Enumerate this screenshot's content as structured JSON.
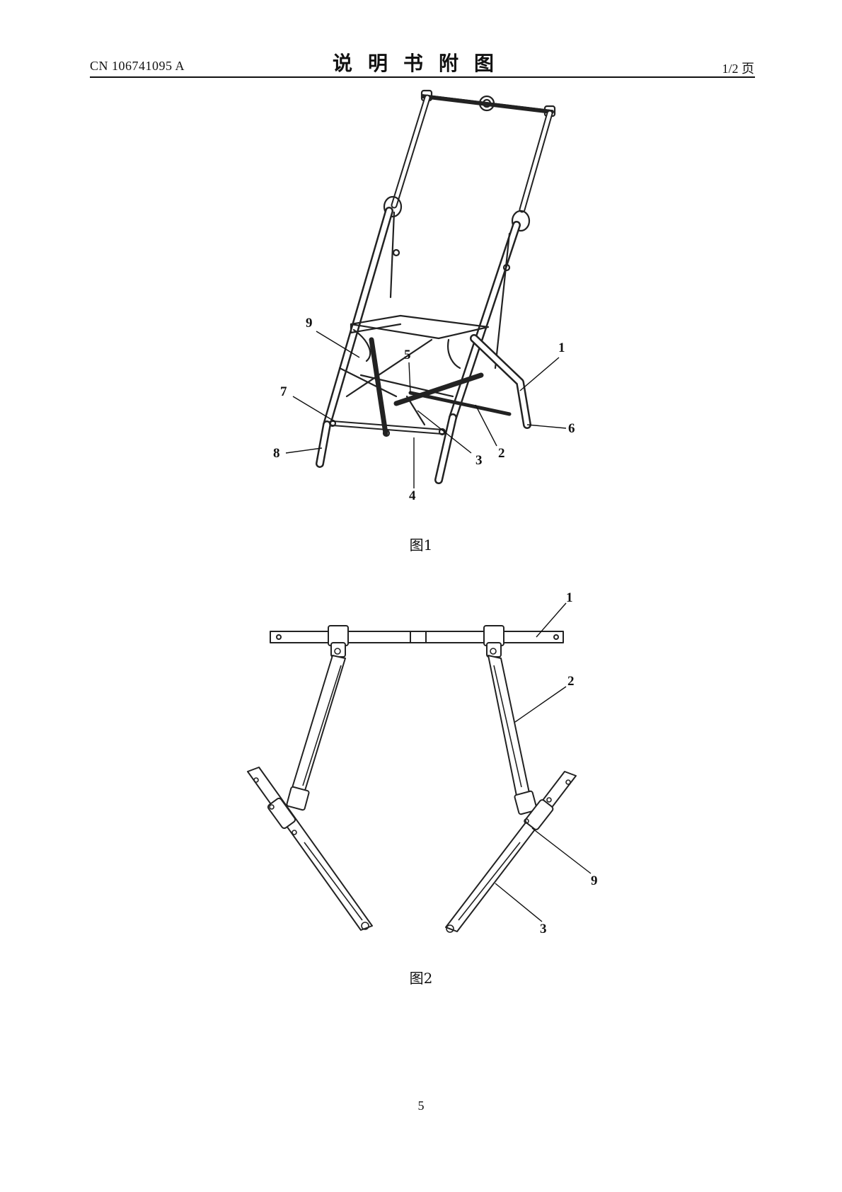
{
  "header": {
    "doc_number": "CN 106741095 A",
    "title": "说明书附图",
    "page_fraction": "1/2 页"
  },
  "figure1": {
    "caption": "图1",
    "labels": [
      "9",
      "5",
      "1",
      "7",
      "6",
      "8",
      "3",
      "2",
      "4"
    ]
  },
  "figure2": {
    "caption": "图2",
    "labels": [
      "1",
      "2",
      "9",
      "3"
    ]
  },
  "footer": {
    "page_number": "5"
  }
}
